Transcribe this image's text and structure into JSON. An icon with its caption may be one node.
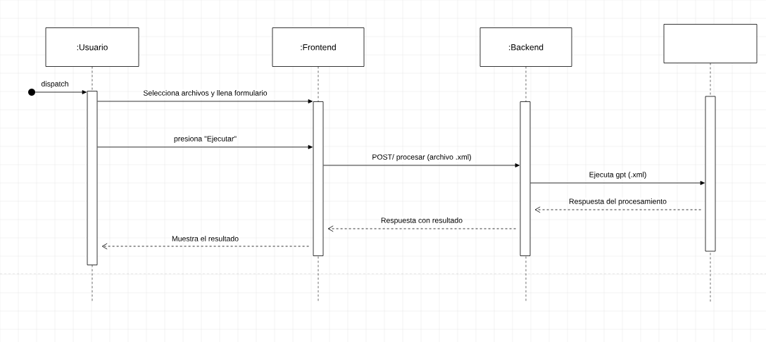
{
  "diagram": {
    "nodes": [
      {
        "text": [
          ":Usuario"
        ]
      },
      {
        "text": [
          ":Frontend"
        ]
      },
      {
        "text": [
          ":Backend"
        ]
      },
      {
        "text": [],
        "shape": "box"
      },
      {
        "text": [],
        "shape": "circle"
      },
      {
        "text": [],
        "shape": "bar"
      },
      {
        "text": [],
        "shape": "bar"
      },
      {
        "text": [],
        "shape": "bar"
      },
      {
        "text": [],
        "shape": "bar"
      }
    ],
    "edges": [
      {
        "from": 4,
        "to": 5,
        "arrow": "to",
        "label": "dispatch"
      },
      {
        "from": 5,
        "to": 6,
        "arrow": "to",
        "label": "Selecciona archivos y llena formulario"
      },
      {
        "from": 5,
        "to": 6,
        "arrow": "to",
        "label": "presiona \"Ejecutar\""
      },
      {
        "from": 6,
        "to": 7,
        "arrow": "to",
        "label": "POST/ procesar (archivo .xml)"
      },
      {
        "from": 7,
        "to": 8,
        "arrow": "to",
        "label": "Ejecuta gpt (.xml)"
      },
      {
        "from": 8,
        "to": 7,
        "arrow": "to",
        "label": "Respuesta del procesamiento",
        "style": "dashed"
      },
      {
        "from": 7,
        "to": 6,
        "arrow": "to",
        "label": "Respuesta con resultado",
        "style": "dashed"
      },
      {
        "from": 6,
        "to": 5,
        "arrow": "to",
        "label": "Muestra el resultado",
        "style": "dashed"
      }
    ]
  }
}
